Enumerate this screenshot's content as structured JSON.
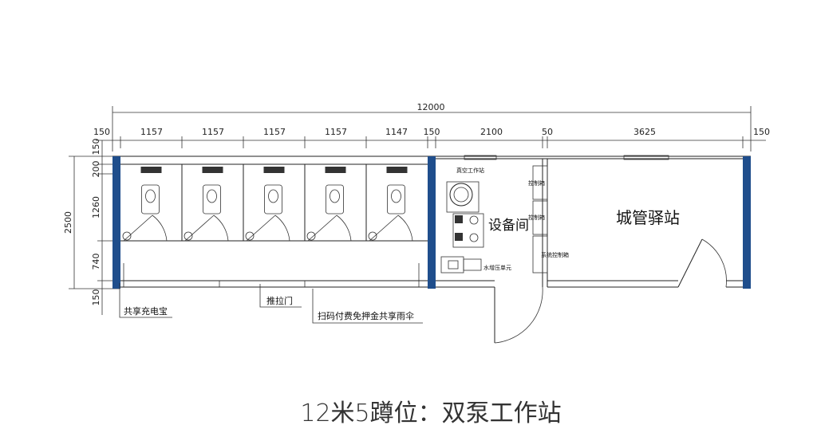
{
  "dimensions": {
    "overall_width": "12000",
    "top_segments": [
      "150",
      "1157",
      "1157",
      "1157",
      "1157",
      "1147",
      "150",
      "2100",
      "50",
      "3625",
      "150"
    ],
    "overall_height": "2500",
    "left_segments": [
      "150",
      "200",
      "1260",
      "740",
      "150"
    ]
  },
  "rooms": {
    "equipment_room": "设备间",
    "city_station": "城管驿站"
  },
  "equipment": {
    "vacuum_station": "真空工作站",
    "control_box_1": "控制箱",
    "control_box_2": "控制箱",
    "system_control_box": "系统控制箱",
    "water_booster": "水增压单元"
  },
  "annotations": {
    "charging": "共享充电宝",
    "sliding_door": "推拉门",
    "umbrella": "扫码付费免押金共享雨伞"
  },
  "caption": "12米5蹲位：双泵工作站",
  "colors": {
    "column": "#1f4e8c"
  }
}
